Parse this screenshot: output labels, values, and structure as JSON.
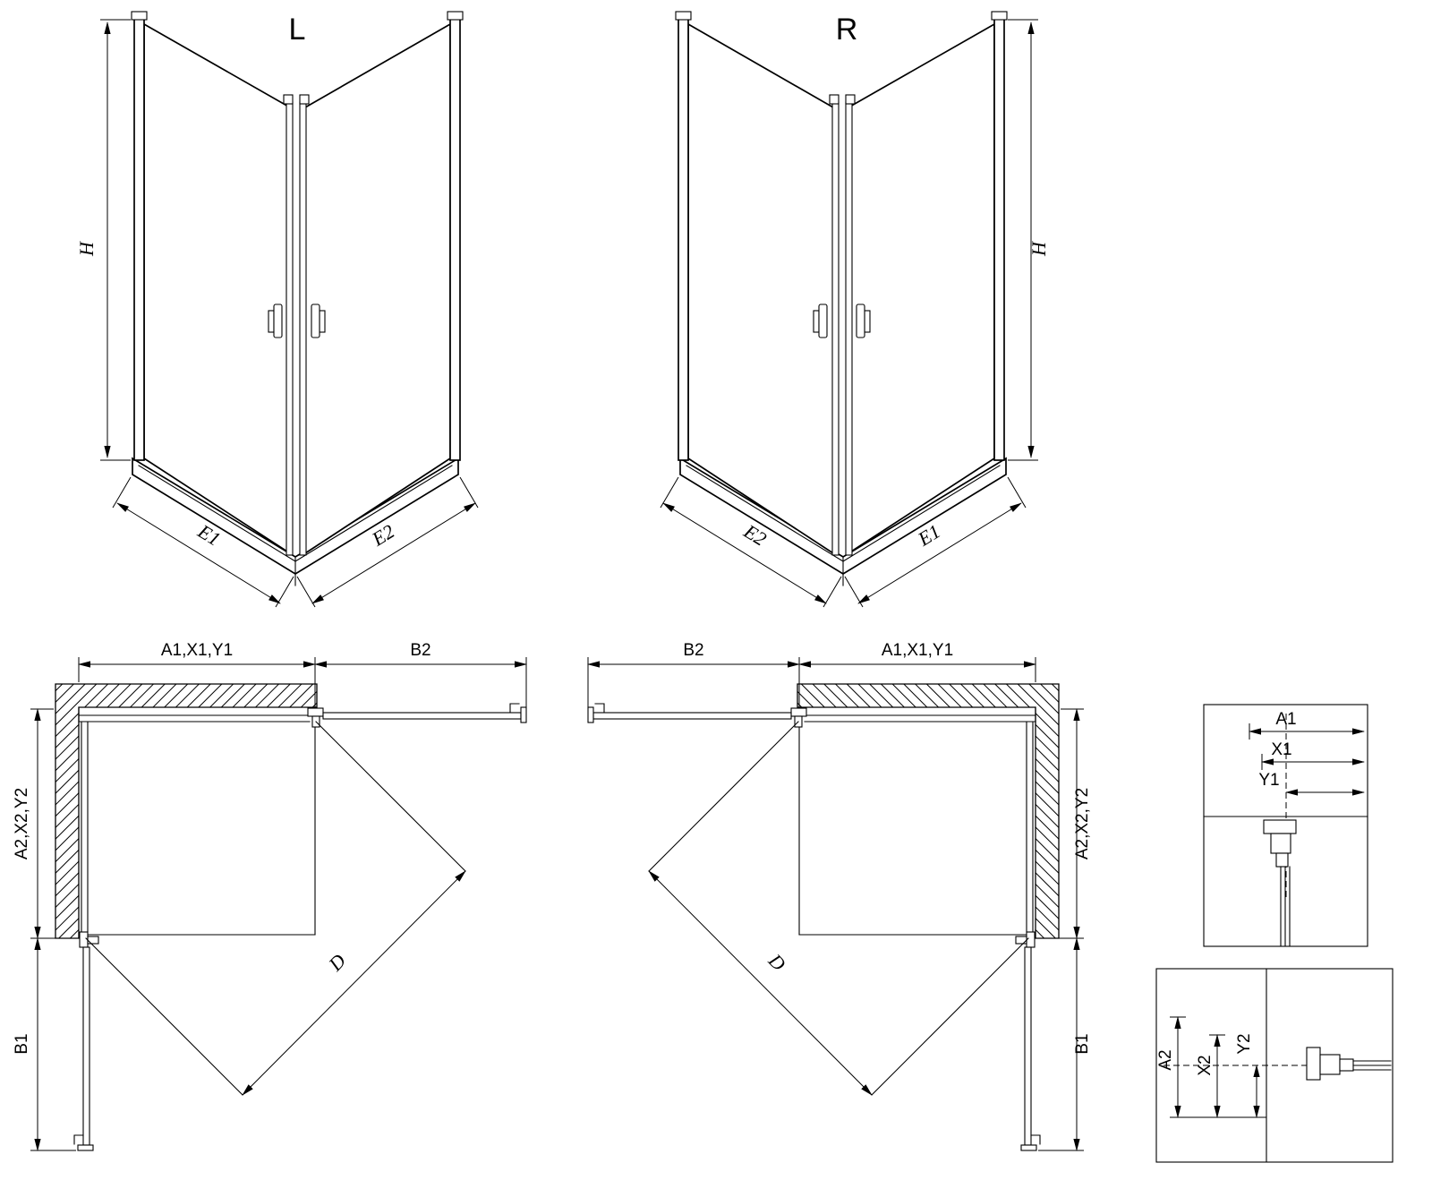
{
  "page": {
    "background": "#ffffff",
    "line_color": "#000000"
  },
  "views": {
    "iso_left": {
      "title": "L",
      "dim_height": "H",
      "dim_left_width": "E1",
      "dim_right_width": "E2"
    },
    "iso_right": {
      "title": "R",
      "dim_height": "H",
      "dim_left_width": "E2",
      "dim_right_width": "E1"
    },
    "plan_left": {
      "dim_top_fixed": "A1,X1,Y1",
      "dim_top_door": "B2",
      "dim_side_fixed": "A2,X2,Y2",
      "dim_side_door": "B1",
      "dim_diagonal": "D"
    },
    "plan_right": {
      "dim_top_fixed": "A1,X1,Y1",
      "dim_top_door": "B2",
      "dim_side_fixed": "A2,X2,Y2",
      "dim_side_door": "B1",
      "dim_diagonal": "D"
    },
    "detail_top_profile": {
      "dims": [
        "A1",
        "X1",
        "Y1"
      ]
    },
    "detail_side_profile": {
      "dims": [
        "A2",
        "X2",
        "Y2"
      ]
    }
  }
}
